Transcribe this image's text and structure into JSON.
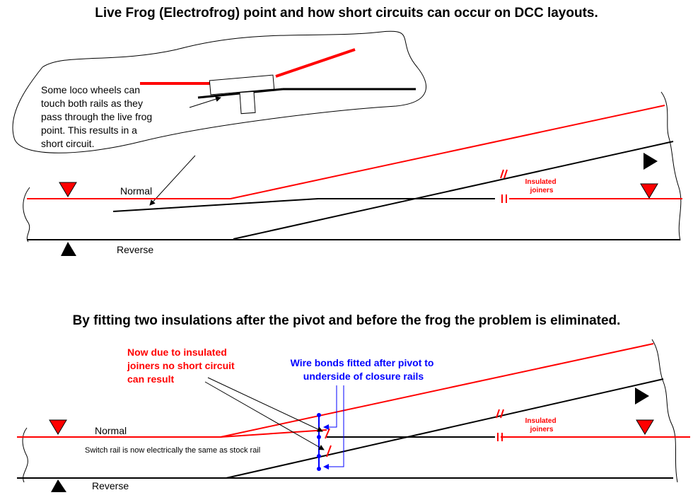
{
  "top": {
    "title": "Live Frog (Electrofrog) point and how short circuits can occur on DCC layouts.",
    "callout_lines": [
      "Some loco wheels can",
      "touch both rails as they",
      "pass through the live frog",
      "point. This results in a",
      "short circuit."
    ],
    "normal_label": "Normal",
    "reverse_label": "Reverse",
    "insulated_lines": [
      "Insulated",
      "joiners"
    ]
  },
  "bottom": {
    "title": "By fitting two insulations after the pivot and before the frog the problem is eliminated.",
    "red_note_lines": [
      "Now due to insulated",
      "joiners no short circuit",
      "can result"
    ],
    "blue_note_lines": [
      "Wire bonds fitted after pivot to",
      "underside of closure rails"
    ],
    "switch_note": "Switch rail is now electrically the same as stock rail",
    "normal_label": "Normal",
    "reverse_label": "Reverse",
    "insulated_lines": [
      "Insulated",
      "joiners"
    ]
  },
  "colors": {
    "red_rail": "#ff0000",
    "black_rail": "#000000",
    "bond": "#0000ff"
  }
}
